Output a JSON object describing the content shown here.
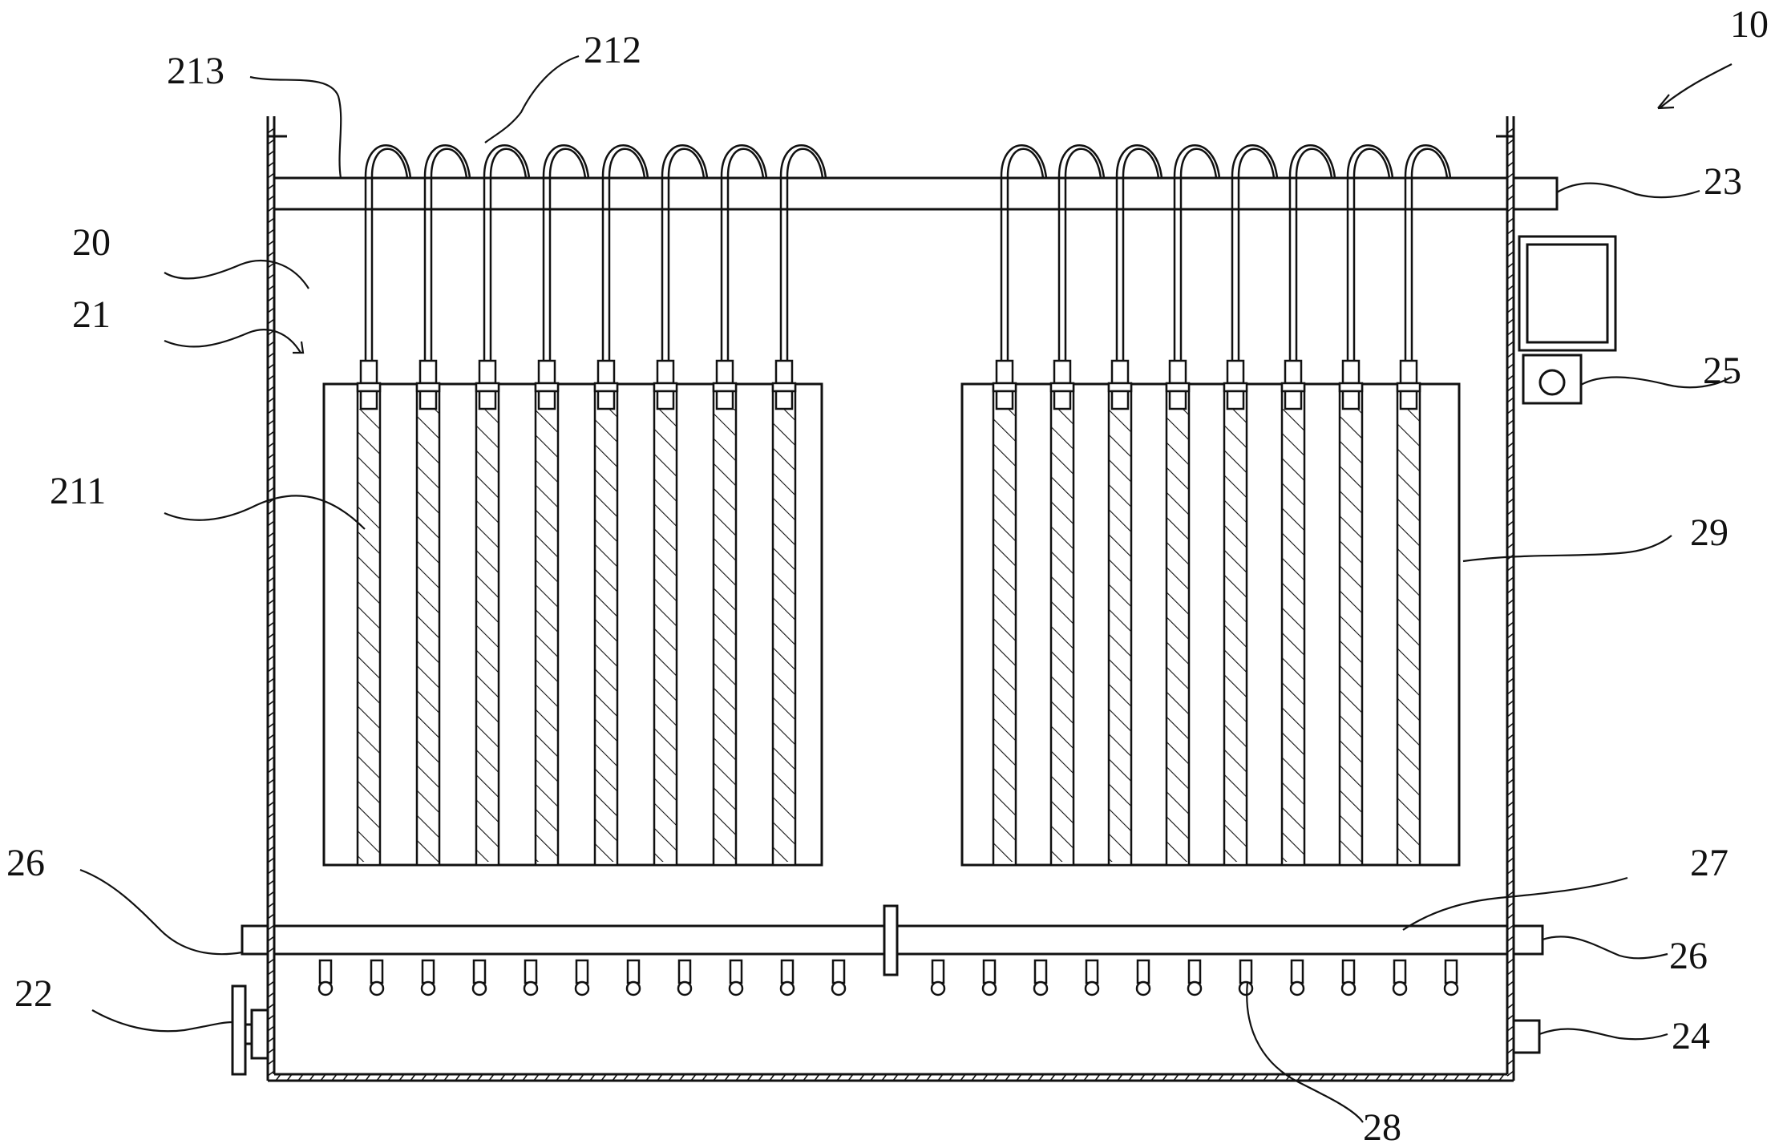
{
  "figure": {
    "labels": {
      "assembly": "10",
      "tank": "20",
      "module": "21",
      "membrane": "211",
      "tube": "212",
      "header": "213",
      "inlet": "22",
      "outlet_top": "23",
      "drain": "24",
      "sensor": "25",
      "pipe_end_left": "26",
      "pipe_end_right": "26",
      "aeration_pipe": "27",
      "nozzle": "28",
      "frame": "29"
    }
  }
}
